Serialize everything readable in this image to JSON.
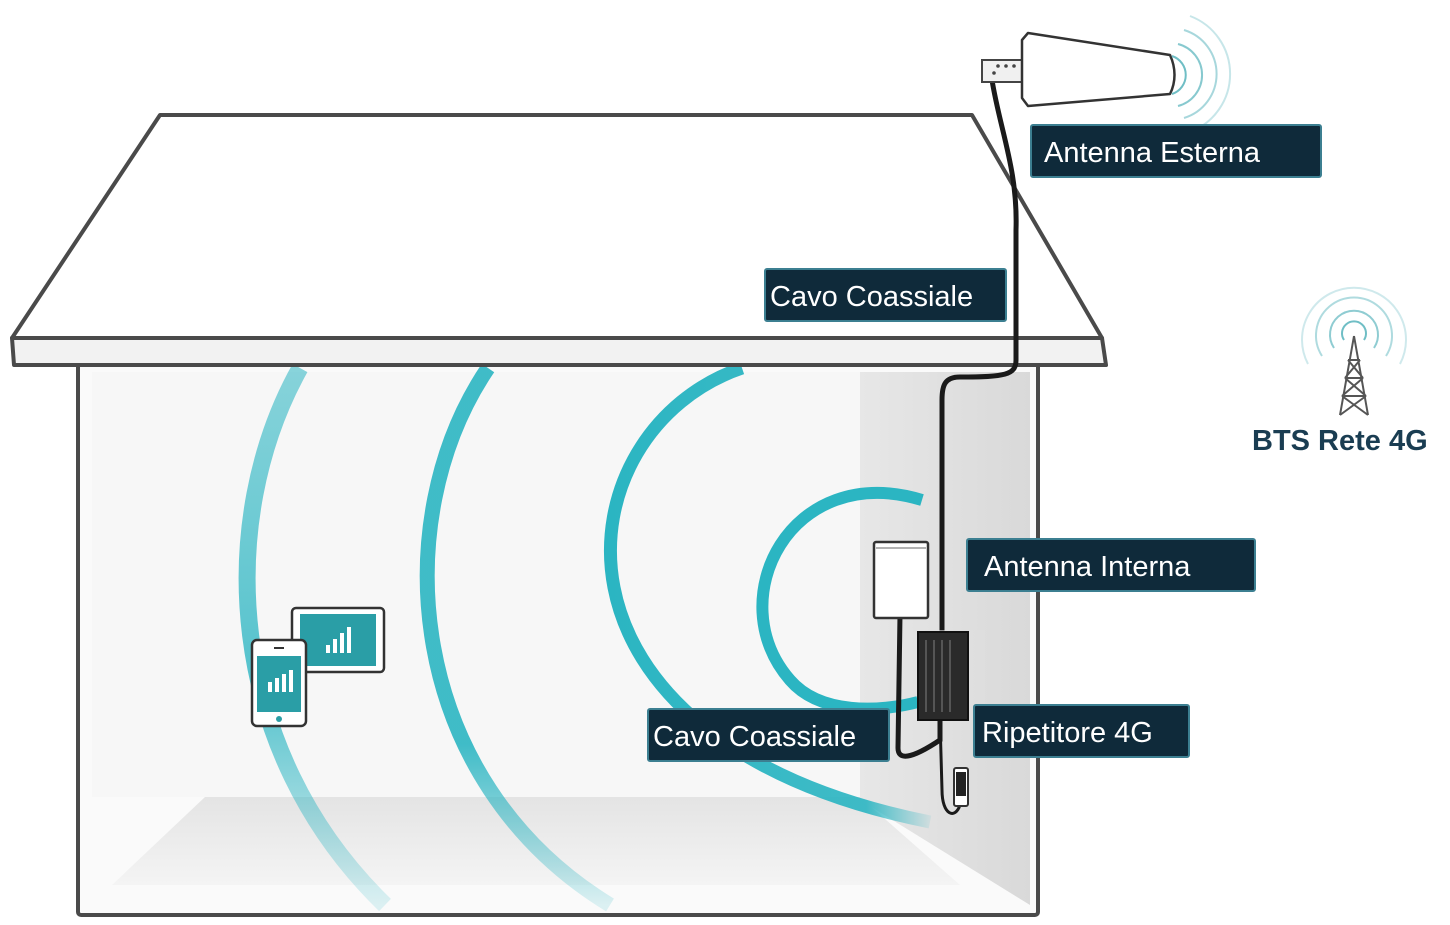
{
  "labels": {
    "outdoor_antenna": "Antenna Esterna",
    "coax_cable_top": "Cavo Coassiale",
    "bts": "BTS Rete 4G",
    "indoor_antenna": "Antenna Interna",
    "repeater": "Ripetitore 4G",
    "coax_cable_bottom": "Cavo Coassiale"
  },
  "colors": {
    "label_bg": "#0f2a3a",
    "label_border": "#3c7f91",
    "signal_wave": "#2bb5c2",
    "house_outline": "#4a4a4a",
    "bts_text": "#1a3d52"
  },
  "icons": [
    "house",
    "roof",
    "outdoor-antenna-icon",
    "cell-tower-icon",
    "indoor-antenna-icon",
    "repeater-icon",
    "power-adapter-icon",
    "smartphone-icon",
    "tablet-icon"
  ]
}
